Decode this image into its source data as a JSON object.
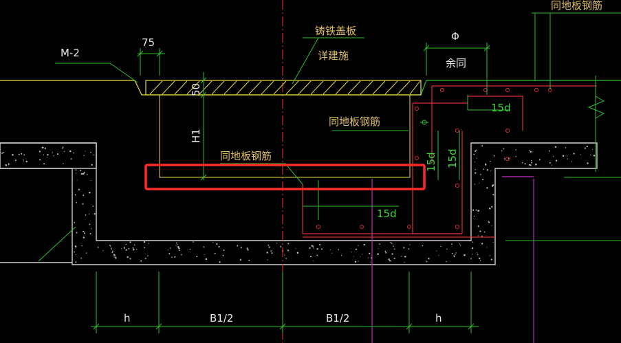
{
  "labels": {
    "m2": "M-2",
    "dim_75": "75",
    "cover_plate": "铸铁盖板",
    "see_architecture": "详建施",
    "phi": "Φ",
    "rest_same": "余同",
    "same_as_slab_top": "同地板钢筋",
    "same_as_slab_mid": "同地板钢筋",
    "same_as_slab_inner": "同地板钢筋",
    "dim_50": "50",
    "dim_h1": "H1",
    "anchor_15d_top": "15d",
    "anchor_15d_vert_a": "15d",
    "anchor_15d_vert_b": "15d",
    "anchor_15d_bottom": "15d",
    "dim_h_left": "h",
    "dim_b1_half_left": "B1/2",
    "dim_b1_half_right": "B1/2",
    "dim_h_right": "h"
  },
  "colors": {
    "background": "#000000",
    "concrete": "#d0d0d0",
    "rebar": "#e03030",
    "dimension": "#30c030",
    "leader": "#30c030",
    "label": "#e0c060",
    "highlight": "#ff2a2a",
    "axis": "#ff3030",
    "yellow_line": "#e8e040",
    "magenta": "#c030c0"
  }
}
